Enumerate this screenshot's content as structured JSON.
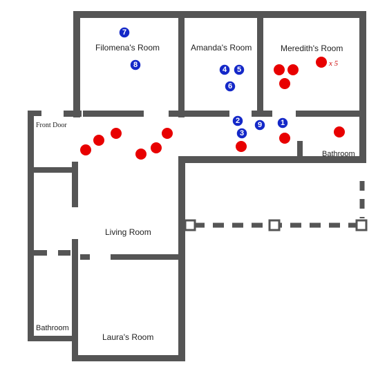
{
  "rooms": {
    "filomena": "Filomena's Room",
    "amanda": "Amanda's Room",
    "meredith": "Meredith's Room",
    "front_door": "Front Door",
    "bathroom_east": "Bathroom",
    "living": "Living Room",
    "bathroom_west": "Bathroom",
    "laura": "Laura's Room"
  },
  "multiplier": "x 5",
  "numbered_markers": [
    "1",
    "2",
    "3",
    "4",
    "5",
    "6",
    "7",
    "8",
    "9"
  ],
  "colors": {
    "wall": "#555555",
    "numbered_marker": "#1428c8",
    "red_marker": "#e80000"
  }
}
